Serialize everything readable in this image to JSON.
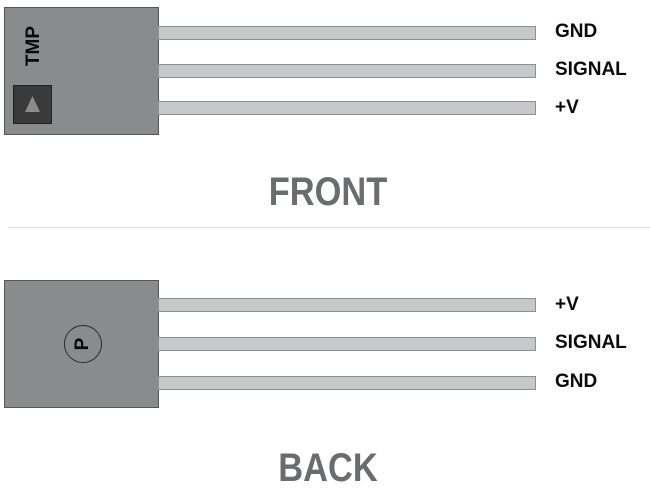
{
  "front": {
    "title": "FRONT",
    "package_label": "TMP",
    "marker_icon": "triangle-icon",
    "pins": [
      {
        "label": "GND"
      },
      {
        "label": "SIGNAL"
      },
      {
        "label": "+V"
      }
    ]
  },
  "back": {
    "title": "BACK",
    "package_label": "P",
    "pins": [
      {
        "label": "+V"
      },
      {
        "label": "SIGNAL"
      },
      {
        "label": "GND"
      }
    ]
  },
  "colors": {
    "package": "#8a8b8d",
    "lead": "#c7c8ca",
    "title": "#6b6c6e",
    "text": "#0a0a0a"
  }
}
